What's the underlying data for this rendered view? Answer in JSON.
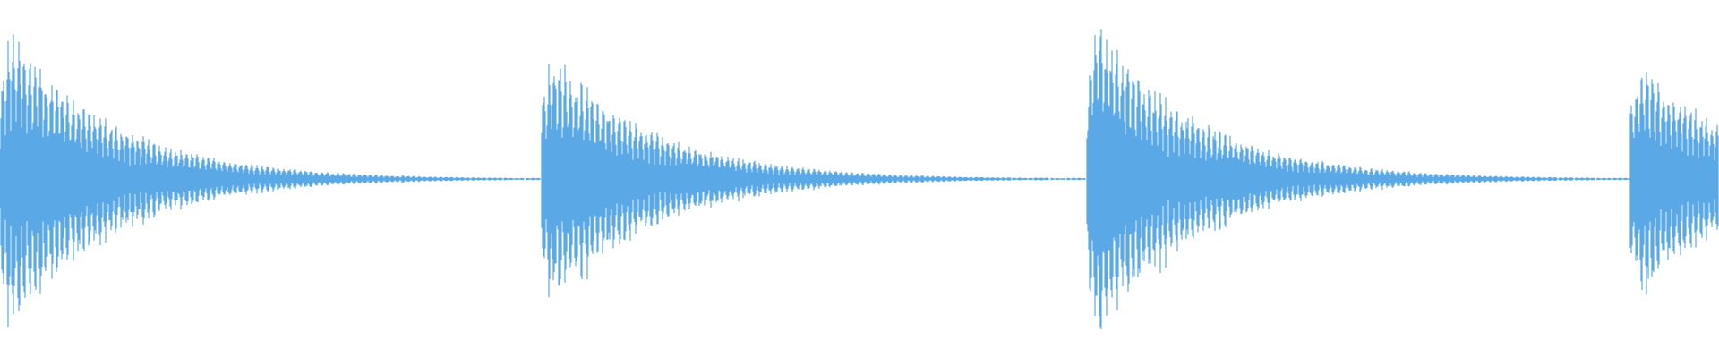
{
  "waveform": {
    "color": "#5aa9e6",
    "background": "#ffffff",
    "hits": [
      {
        "onset": 0.0,
        "peak": 0.92,
        "attack": 0.006,
        "decay": 0.06,
        "tail_level": 0.04
      },
      {
        "onset": 0.315,
        "peak": 0.78,
        "attack": 0.006,
        "decay": 0.06,
        "tail_level": 0.04
      },
      {
        "onset": 0.632,
        "peak": 0.95,
        "attack": 0.006,
        "decay": 0.06,
        "tail_level": 0.04
      },
      {
        "onset": 0.948,
        "peak": 0.72,
        "attack": 0.006,
        "decay": 0.06,
        "tail_level": 0.04
      }
    ]
  }
}
